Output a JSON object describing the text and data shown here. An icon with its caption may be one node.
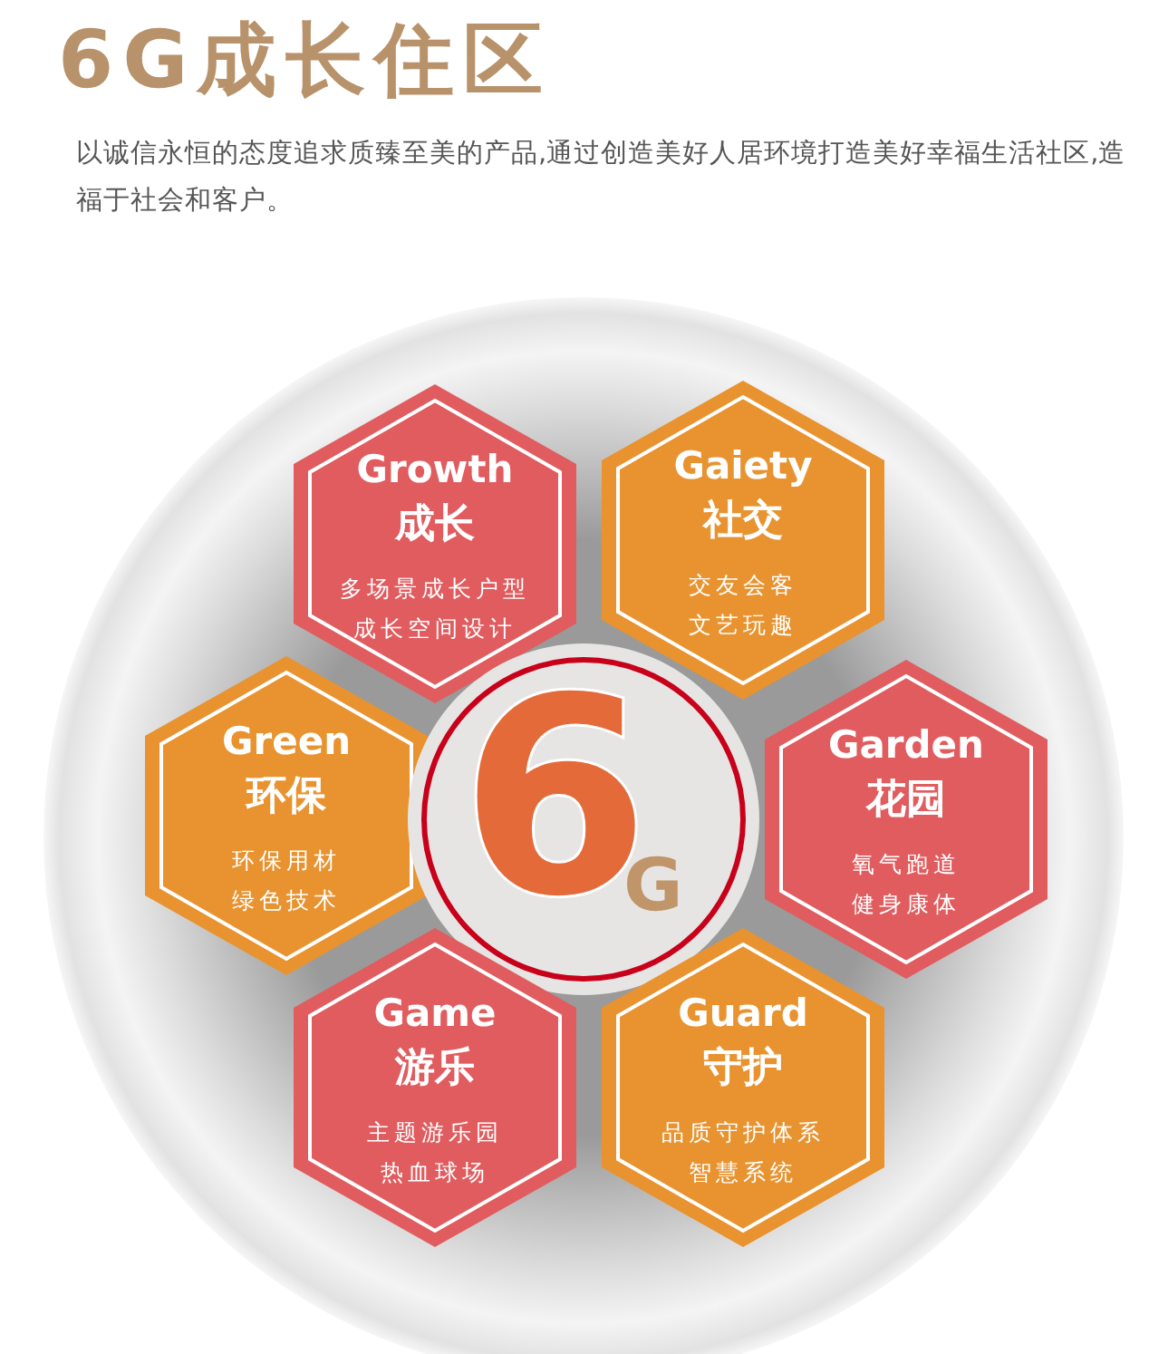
{
  "diagram": {
    "title": "6G成长住区",
    "nodes": [
      {
        "text": [
          "Growth",
          "成长",
          "多场景成长户型",
          "成长空间设计"
        ]
      },
      {
        "text": [
          "Gaiety",
          "社交",
          "交友会客",
          "文艺玩趣"
        ]
      },
      {
        "text": [
          "Green",
          "环保",
          "环保用材",
          "绿色技术"
        ]
      },
      {
        "text": [
          "6",
          "G"
        ]
      },
      {
        "text": [
          "Garden",
          "花园",
          "氧气跑道",
          "健身康体"
        ]
      },
      {
        "text": [
          "Game",
          "游乐",
          "主题游乐园",
          "热血球场"
        ]
      },
      {
        "text": [
          "Guard",
          "守护",
          "品质守护体系",
          "智慧系统"
        ]
      }
    ],
    "edges": [],
    "labels": [
      "以诚信永恒的态度追求质臻至美的产品,通过创造美好人居环境打造美好幸福生活社区,造福于社会和客户。"
    ]
  }
}
